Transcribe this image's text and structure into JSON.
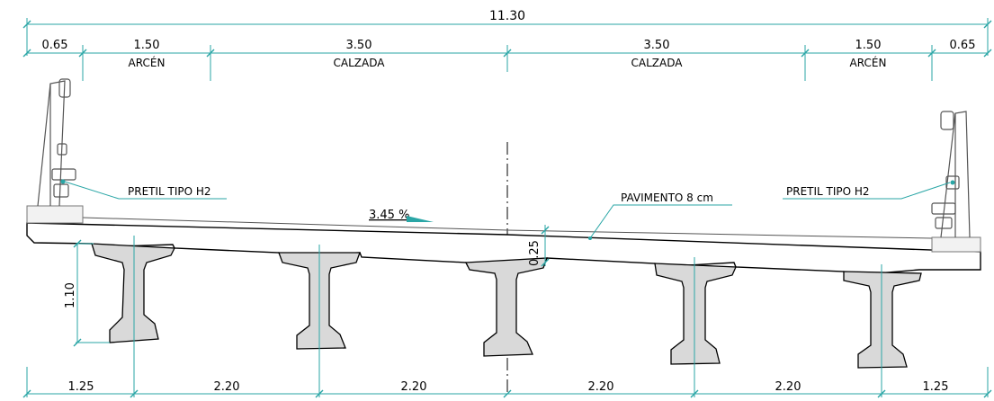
{
  "top_dimensions": {
    "overall": "11.30",
    "segments": [
      {
        "value": "0.65",
        "label": ""
      },
      {
        "value": "1.50",
        "label": "ARCÉN"
      },
      {
        "value": "3.50",
        "label": "CALZADA"
      },
      {
        "value": "3.50",
        "label": "CALZADA"
      },
      {
        "value": "1.50",
        "label": "ARCÉN"
      },
      {
        "value": "0.65",
        "label": ""
      }
    ]
  },
  "bottom_dimensions": [
    "1.25",
    "2.20",
    "2.20",
    "2.20",
    "2.20",
    "1.25"
  ],
  "annotations": {
    "barrier_left": "PRETIL TIPO H2",
    "barrier_right": "PRETIL TIPO H2",
    "pavement": "PAVIMENTO 8 cm",
    "slope": "3.45 %",
    "slab_thickness": "0.25",
    "beam_depth": "1.10"
  },
  "colors": {
    "dimension": "#2aa6a6",
    "structure": "#000000",
    "concrete_fill": "#d9d9d9"
  }
}
